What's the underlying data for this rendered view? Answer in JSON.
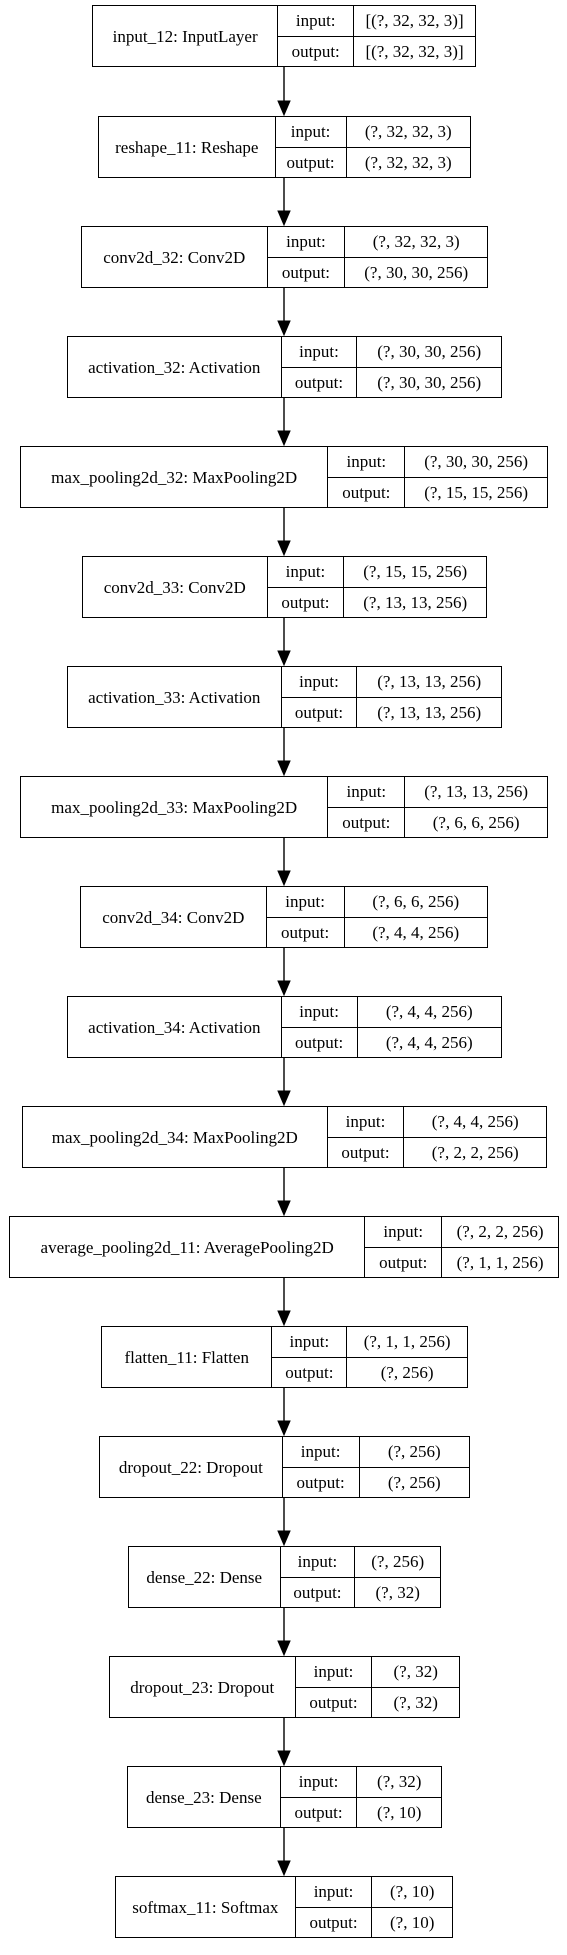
{
  "layers": [
    {
      "name": "input_12: InputLayer",
      "input": "[(?, 32, 32, 3)]",
      "output": "[(?, 32, 32, 3)]"
    },
    {
      "name": "reshape_11: Reshape",
      "input": "(?, 32, 32, 3)",
      "output": "(?, 32, 32, 3)"
    },
    {
      "name": "conv2d_32: Conv2D",
      "input": "(?, 32, 32, 3)",
      "output": "(?, 30, 30, 256)"
    },
    {
      "name": "activation_32: Activation",
      "input": "(?, 30, 30, 256)",
      "output": "(?, 30, 30, 256)"
    },
    {
      "name": "max_pooling2d_32: MaxPooling2D",
      "input": "(?, 30, 30, 256)",
      "output": "(?, 15, 15, 256)"
    },
    {
      "name": "conv2d_33: Conv2D",
      "input": "(?, 15, 15, 256)",
      "output": "(?, 13, 13, 256)"
    },
    {
      "name": "activation_33: Activation",
      "input": "(?, 13, 13, 256)",
      "output": "(?, 13, 13, 256)"
    },
    {
      "name": "max_pooling2d_33: MaxPooling2D",
      "input": "(?, 13, 13, 256)",
      "output": "(?, 6, 6, 256)"
    },
    {
      "name": "conv2d_34: Conv2D",
      "input": "(?, 6, 6, 256)",
      "output": "(?, 4, 4, 256)"
    },
    {
      "name": "activation_34: Activation",
      "input": "(?, 4, 4, 256)",
      "output": "(?, 4, 4, 256)"
    },
    {
      "name": "max_pooling2d_34: MaxPooling2D",
      "input": "(?, 4, 4, 256)",
      "output": "(?, 2, 2, 256)"
    },
    {
      "name": "average_pooling2d_11: AveragePooling2D",
      "input": "(?, 2, 2, 256)",
      "output": "(?, 1, 1, 256)"
    },
    {
      "name": "flatten_11: Flatten",
      "input": "(?, 1, 1, 256)",
      "output": "(?, 256)"
    },
    {
      "name": "dropout_22: Dropout",
      "input": "(?, 256)",
      "output": "(?, 256)"
    },
    {
      "name": "dense_22: Dense",
      "input": "(?, 256)",
      "output": "(?, 32)"
    },
    {
      "name": "dropout_23: Dropout",
      "input": "(?, 32)",
      "output": "(?, 32)"
    },
    {
      "name": "dense_23: Dense",
      "input": "(?, 32)",
      "output": "(?, 10)"
    },
    {
      "name": "softmax_11: Softmax",
      "input": "(?, 10)",
      "output": "(?, 10)"
    }
  ],
  "labels": {
    "input": "input:",
    "output": "output:"
  }
}
